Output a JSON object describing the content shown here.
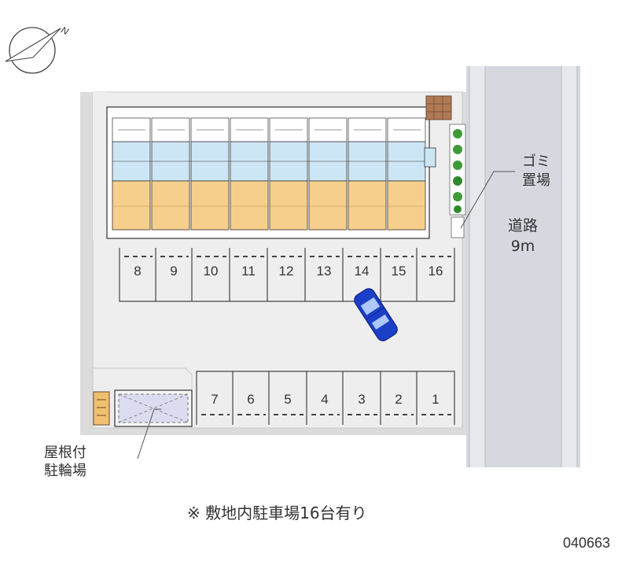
{
  "map": {
    "north_label": "N",
    "road": {
      "name": "道路",
      "width": "9m"
    },
    "garbage": {
      "line1": "ゴミ",
      "line2": "置場"
    },
    "bike_parking": {
      "line1": "屋根付",
      "line2": "駐輪場"
    },
    "parking_top_row": [
      "8",
      "9",
      "10",
      "11",
      "12",
      "13",
      "14",
      "15",
      "16"
    ],
    "parking_bottom_row": [
      "7",
      "6",
      "5",
      "4",
      "3",
      "2",
      "1"
    ],
    "note": "※ 敷地内駐車場16台有り",
    "map_id": "040663",
    "colors": {
      "road": "#d5d8df",
      "lot": "#eeeeee",
      "building_blue": "#cce6f6",
      "building_orange": "#f7cf8c",
      "car": "#1c3fc8",
      "hedge": "#2f8a2a",
      "garbage": "#b07a55"
    }
  }
}
